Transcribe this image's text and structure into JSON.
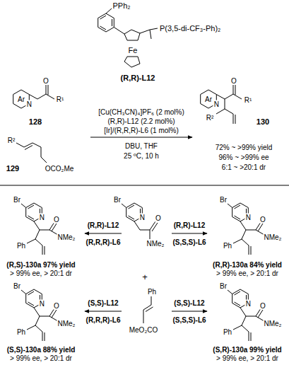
{
  "diagram": {
    "labels": [
      "PPh₂",
      "Fe",
      "P(3,5-di-CF₃-Ph)₂",
      "(R,R)-L12",
      "Ar",
      "N",
      "O",
      "R¹",
      "128",
      "R²",
      "OCO₂Me",
      "129",
      "[Cu(CH₃CN)₄]PF₆ (2 mol%)",
      "(R,R)-L12 (2.2 mol%)",
      "[Ir]/(R,R,R)-L6 (1 mol%)",
      "DBU, THF",
      "25 ºC, 10 h",
      "Ar",
      "N",
      "O",
      "R¹",
      "R²",
      "130",
      "72% ~ >99% yield",
      "96% ~ >99% ee",
      "6:1 ~ >20:1 dr",
      "Br",
      "N",
      "O",
      "NMe₂",
      "Ph",
      "(R,S)-130a 97% yield",
      "> 99% ee, > 20:1 dr",
      "(R,R)-L12",
      "(R,R,R)-L6",
      "Br",
      "N",
      "O",
      "NMe₂",
      "(R,R)-L12",
      "(S,S,S)-L6",
      "Br",
      "N",
      "O",
      "NMe₂",
      "Ph",
      "(R,R)-130a 84% yield",
      "> 99% ee, > 20:1 dr",
      "+",
      "Br",
      "N",
      "O",
      "NMe₂",
      "Ph",
      "(S,S)-130a 88% yield",
      "> 99% ee, > 20:1 dr",
      "(S,S)-L12",
      "(R,R,R)-L6",
      "Ph",
      "MeO₂CO",
      "(S,S)-L12",
      "(S,S,S)-L6",
      "Br",
      "N",
      "O",
      "NMe₂",
      "Ph",
      "(S,R)-130a 99% yield",
      "> 99% ee, > 20:1 dr"
    ]
  }
}
